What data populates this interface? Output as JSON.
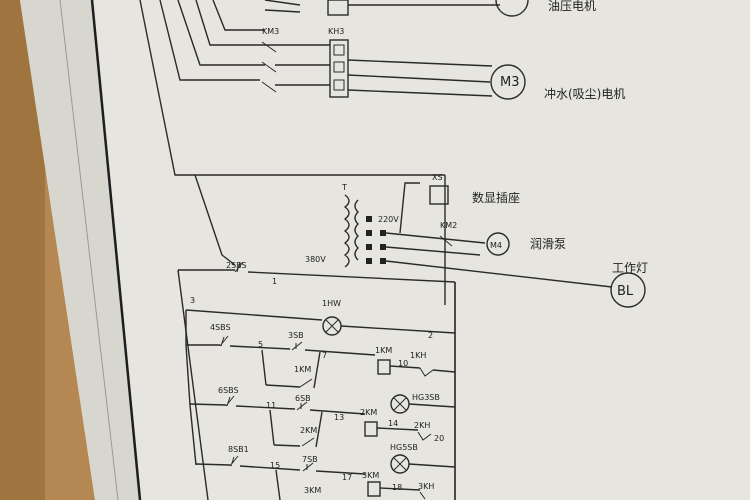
{
  "labels": {
    "top_motor": "油压电机",
    "km3": "KM3",
    "kh3": "KH3",
    "m3": "M3",
    "m3_name": "冲水(吸尘)电机",
    "xs": "XS",
    "socket": "数显插座",
    "t": "T",
    "v220": "220V",
    "v380": "380V",
    "km2": "KM2",
    "m4": "M4",
    "pump": "润滑泵",
    "work_lamp": "工作灯",
    "bl": "BL",
    "sb2s": "2SBS",
    "n1": "1",
    "n3": "3",
    "hw1": "1HW",
    "n2": "2",
    "sb4s": "4SBS",
    "sb3": "3SB",
    "n5": "5",
    "n7": "7",
    "km1": "1KM",
    "n10": "10",
    "kh1": "1KH",
    "km1b": "1KM",
    "sb6s": "6SBS",
    "n11": "11",
    "sb6": "6SB",
    "n13": "13",
    "km2b": "2KM",
    "hg3sb": "HG3SB",
    "n14": "14",
    "kh2": "2KH",
    "n20": "20",
    "km2c": "2KM",
    "hg5sb": "HG5SB",
    "sb8s1": "8SB1",
    "n15": "15",
    "sb7": "7SB",
    "n17": "17",
    "km3b": "3KM",
    "n18": "18",
    "kh3b": "3KH",
    "km3c": "3KM"
  }
}
